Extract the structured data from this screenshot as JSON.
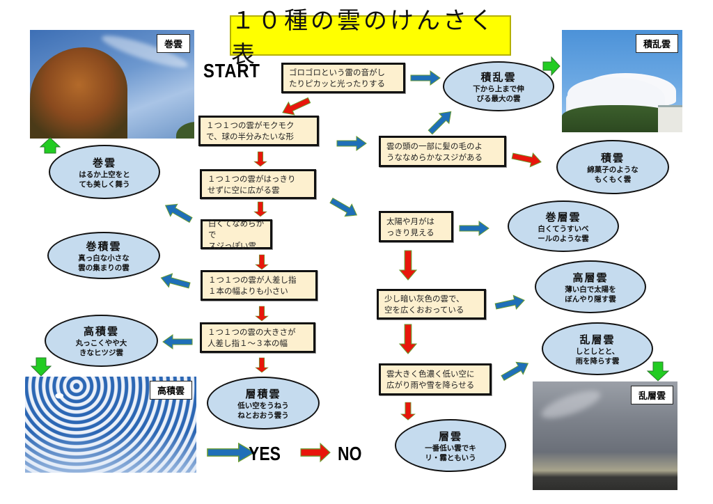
{
  "title": "１０種の雲のけんさく表",
  "start_label": "START",
  "questions": {
    "thunder": [
      "ゴロゴロという雷の音がし",
      "たりピカッと光ったりする"
    ],
    "puffy": [
      "１つ１つの雲がモクモク",
      "で、球の半分みたいな形"
    ],
    "spread": [
      "１つ１つの雲がはっきり",
      "せずに空に広がる雲"
    ],
    "white_smooth": [
      "白くてなめらかで",
      "スジっぽい雲"
    ],
    "smaller_finger": [
      "１つ１つの雲が人差し指",
      " １本の幅よりも小さい"
    ],
    "finger_1_3": [
      "１つ１つの雲の大きさが",
      "人差し指１～３本の幅"
    ],
    "hair_streaks": [
      "雲の頭の一部に髪の毛のよ",
      "うななめらかなスジがある"
    ],
    "sun_moon": [
      "太陽や月がは",
      "っきり見える"
    ],
    "gray_cover": [
      "少し暗い灰色の雲で、",
      "空を広くおおっている"
    ],
    "rain_snow": [
      "雲大きく色濃く低い空に",
      "広がり雨や雪を降らせる"
    ]
  },
  "clouds": {
    "cumulonimbus": {
      "name": "積乱雲",
      "desc": [
        "下から上まで伸",
        "びる最大の雲"
      ]
    },
    "cumulus": {
      "name": "積雲",
      "desc": [
        "綿菓子のような",
        "もくもく雲"
      ]
    },
    "cirrus": {
      "name": "巻雲",
      "desc": [
        "はるか上空をと",
        "ても美しく舞う"
      ]
    },
    "cirrostratus": {
      "name": "巻層雲",
      "desc": [
        "白くてうすいベ",
        "ールのような雲"
      ]
    },
    "cirrocumulus": {
      "name": "巻積雲",
      "desc": [
        "真っ白な小さな",
        "雲の集まりの雲"
      ]
    },
    "altostratus": {
      "name": "高層雲",
      "desc": [
        "薄い白で太陽を",
        "ぼんやり隠す雲"
      ]
    },
    "altocumulus": {
      "name": "高積雲",
      "desc": [
        "丸っこくやや大",
        "きなヒツジ雲"
      ]
    },
    "nimbostratus": {
      "name": "乱層雲",
      "desc": [
        "しとしとと、",
        "雨を降らす雲"
      ]
    },
    "stratocumulus": {
      "name": "層積雲",
      "desc": [
        "低い空をうねう",
        "ねとおおう雲う"
      ]
    },
    "stratus": {
      "name": "層雲",
      "desc": [
        "一番低い雲でキ",
        "リ・霧ともいう"
      ]
    }
  },
  "photos": {
    "cirrus": "巻雲",
    "cumulonimbus": "積乱雲",
    "altocumulus": "高積雲",
    "nimbostratus": "乱層雲"
  },
  "legend": {
    "yes": "YES",
    "no": "NO"
  },
  "colors": {
    "yes_arrow": "#1f6fb8",
    "no_arrow": "#e8160c",
    "photo_arrow": "#22cc22",
    "oval_fill": "#c5dbee",
    "question_fill": "#fdf0cf",
    "title_fill": "#ffff00"
  }
}
